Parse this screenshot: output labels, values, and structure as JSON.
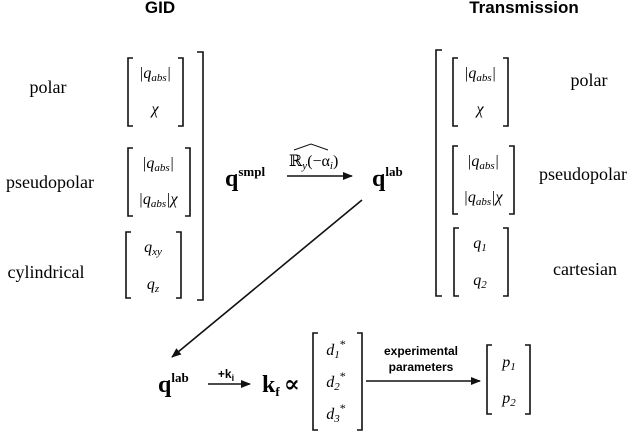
{
  "headers": {
    "gid": "GID",
    "transmission": "Transmission"
  },
  "gid": {
    "polar": {
      "label": "polar",
      "r1a": "|q",
      "r1s": "abs",
      "r1b": "|",
      "r2": "χ"
    },
    "pseudopolar": {
      "label": "pseudopolar",
      "r1a": "|q",
      "r1s": "abs",
      "r1b": "|",
      "r2a": "|q",
      "r2s": "abs",
      "r2b": "|χ"
    },
    "cylindrical": {
      "label": "cylindrical",
      "r1a": "q",
      "r1s": "xy",
      "r2a": "q",
      "r2s": "z"
    }
  },
  "transmission": {
    "polar": {
      "label": "polar",
      "r1a": "|q",
      "r1s": "abs",
      "r1b": "|",
      "r2": "χ"
    },
    "pseudopolar": {
      "label": "pseudopolar",
      "r1a": "|q",
      "r1s": "abs",
      "r1b": "|",
      "r2a": "|q",
      "r2s": "abs",
      "r2b": "|χ"
    },
    "cartesian": {
      "label": "cartesian",
      "r1a": "q",
      "r1s": "1",
      "r2a": "q",
      "r2s": "2"
    }
  },
  "q_smpl": {
    "base": "q",
    "sup": "smpl"
  },
  "rotation": {
    "op": "ℝ",
    "sub": "y",
    "arg": "(−α",
    "argsub": "i",
    "argend": ")"
  },
  "q_lab": {
    "base": "q",
    "sup": "lab"
  },
  "q_lab_bottom": {
    "base": "q",
    "sup": "lab"
  },
  "plus_ki": {
    "text": "+k",
    "sub": "i"
  },
  "kf": {
    "base": "k",
    "sub": "f",
    "prop": "∝"
  },
  "d_vector": {
    "d1": "d",
    "d1s": "1",
    "d1star": "*",
    "d2": "d",
    "d2s": "2",
    "d2star": "*",
    "d3": "d",
    "d3s": "3",
    "d3star": "*"
  },
  "experimental": {
    "line1": "experimental",
    "line2": "parameters"
  },
  "p_vector": {
    "p1": "p",
    "p1s": "1",
    "p2": "p",
    "p2s": "2"
  }
}
